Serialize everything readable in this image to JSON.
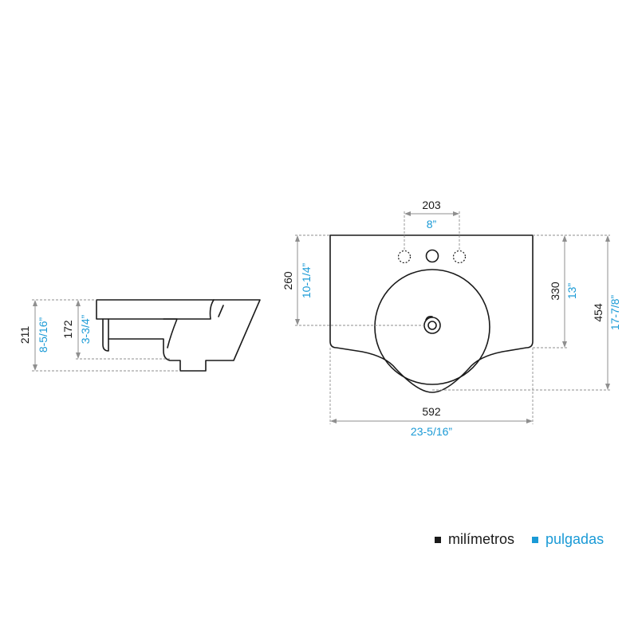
{
  "colors": {
    "outline": "#1a1a1a",
    "dimension_line": "#8f8f8f",
    "millimeters": "#1a1a1a",
    "inches": "#1a9ad6"
  },
  "side_view": {
    "height_total": {
      "mm": "211",
      "in": "8-5/16”"
    },
    "height_bowl": {
      "mm": "172",
      "in": "3-3/4”"
    }
  },
  "top_view": {
    "tap_hole_spacing": {
      "mm": "203",
      "in": "8”"
    },
    "drain_offset": {
      "mm": "260",
      "in": "10-1/4”"
    },
    "side_depth": {
      "mm": "330",
      "in": "13”"
    },
    "total_depth": {
      "mm": "454",
      "in": "17-7/8”"
    },
    "width": {
      "mm": "592",
      "in": "23-5/16”"
    }
  },
  "legend": {
    "millimeters": "milímetros",
    "inches": "pulgadas"
  }
}
